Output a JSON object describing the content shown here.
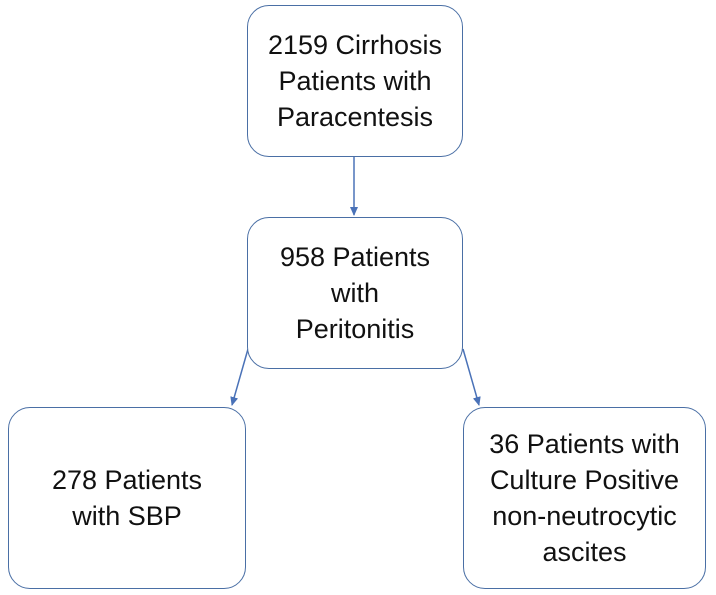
{
  "nodes": {
    "top": "2159 Cirrhosis\nPatients with\nParacentesis",
    "middle": "958 Patients\nwith\nPeritonitis",
    "left": "278 Patients\nwith SBP",
    "right": "36 Patients with\nCulture Positive\nnon-neutrocytic\nascites"
  },
  "colors": {
    "border": "#4a6fa5",
    "arrow": "#4a72b8"
  }
}
